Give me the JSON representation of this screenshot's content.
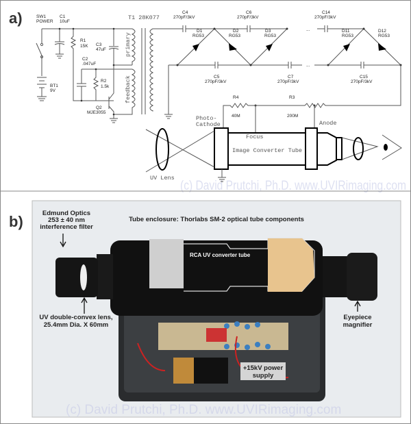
{
  "panel_a": {
    "label": "a)",
    "components": {
      "sw1": [
        "SW1",
        "POWER"
      ],
      "c1": [
        "C1",
        "10uF"
      ],
      "r1": [
        "R1",
        "15K"
      ],
      "c3": [
        "C3",
        "47uF"
      ],
      "c2": [
        "C2",
        ".047uF"
      ],
      "r2": [
        "R2",
        "1.5k"
      ],
      "bt1": [
        "BT1",
        "9V"
      ],
      "q2": [
        "Q2",
        "MJE3055"
      ],
      "t1": "T1 28K077",
      "primary": "primary",
      "feedback": "feedback",
      "c4": [
        "C4",
        "270pF/3kV"
      ],
      "c6": [
        "C6",
        "270pF/3kV"
      ],
      "c14": [
        "C14",
        "270pF/3kV"
      ],
      "c5": [
        "C5",
        "270pF/3kV"
      ],
      "c7": [
        "C7",
        "270pF/3kV"
      ],
      "c15": [
        "C15",
        "270pF/3kV"
      ],
      "d1": [
        "D1",
        "RG53"
      ],
      "d2": [
        "D2",
        "RG53"
      ],
      "d3": [
        "D3",
        "RG53"
      ],
      "d11": [
        "D11",
        "RG53"
      ],
      "d12": [
        "D12",
        "RG53"
      ],
      "r4": [
        "R4",
        "40M"
      ],
      "r3": [
        "R3",
        "200M"
      ],
      "ellipsis": "..."
    },
    "tube": {
      "photocathode": [
        "Photo-",
        "Cathode"
      ],
      "focus": "Focus",
      "anode": "Anode",
      "title": "Image Converter Tube",
      "uv_lens": "UV Lens"
    },
    "watermark": "(c) David Prutchi, Ph.D. www.UVIRimaging.com"
  },
  "panel_b": {
    "label": "b)",
    "filter": [
      "Edmund Optics",
      "253 ± 40 nm",
      "interference filter"
    ],
    "enclosure": "Tube enclosure: Thorlabs SM-2 optical tube components",
    "tube_label": "RCA UV converter tube",
    "lens": [
      "UV double-convex lens,",
      "25.4mm Dia. X 60mm"
    ],
    "eyepiece": [
      "Eyepiece",
      "magnifier"
    ],
    "power_supply": [
      "+15kV power",
      "supply"
    ],
    "watermark": "(c) David Prutchi, Ph.D. www.UVIRimaging.com",
    "colors": {
      "background": "#e9ecef",
      "tube": "#111111",
      "tube_overlay_tan": "#e8c48e",
      "tube_overlay_gray": "#cfcfcf"
    }
  }
}
